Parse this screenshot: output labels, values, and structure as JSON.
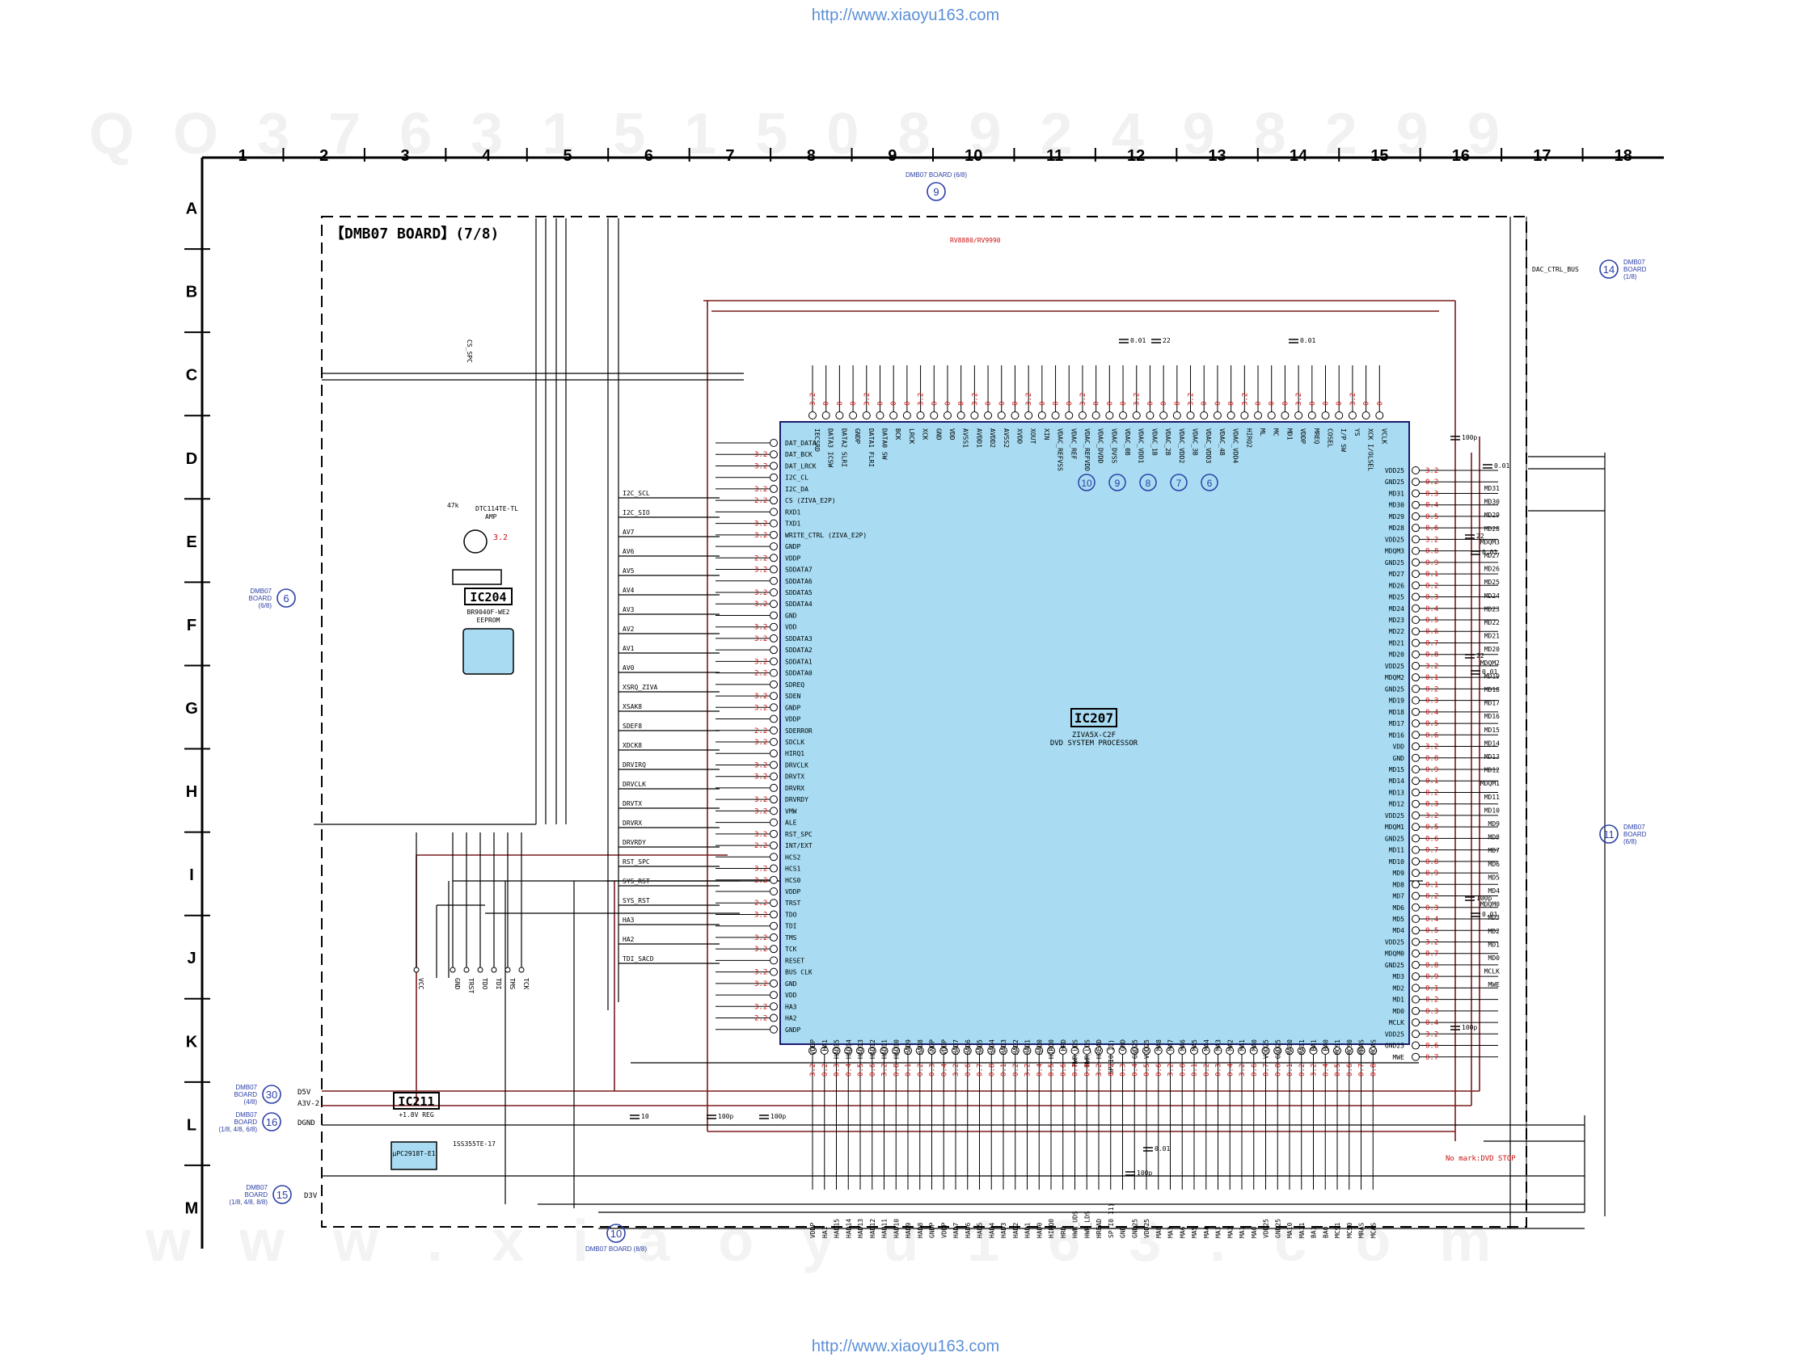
{
  "watermark_url": "http://www.xiaoyu163.com",
  "board_title": "【DMB07 BOARD】(7/8)",
  "grid": {
    "columns": [
      "1",
      "2",
      "3",
      "4",
      "5",
      "6",
      "7",
      "8",
      "9",
      "10",
      "11",
      "12",
      "13",
      "14",
      "15",
      "16",
      "17",
      "18"
    ],
    "rows": [
      "A",
      "B",
      "C",
      "D",
      "E",
      "F",
      "G",
      "H",
      "I",
      "J",
      "K",
      "L",
      "M"
    ]
  },
  "ic207": {
    "ref": "IC207",
    "part": "ZIVA5X-C2F",
    "desc": "DVD SYSTEM PROCESSOR"
  },
  "ic204": {
    "ref": "IC204",
    "part": "BR9040F-WE2",
    "desc": "EEPROM"
  },
  "ic211": {
    "ref": "IC211",
    "desc": "+1.8V REG",
    "part": "μPC2918T-E1"
  },
  "amp": {
    "part": "DTC114TE-TL",
    "desc": "AMP",
    "r": "47k",
    "v": "3.2"
  },
  "diode": "1SS355TE-17",
  "note": "No mark:DVD STOP",
  "connectors": {
    "top": {
      "num": "9",
      "label": "DMB07 BOARD (6/8)"
    },
    "left6": {
      "num": "6",
      "label": "DMB07\nBOARD\n(6/8)"
    },
    "right14": {
      "num": "14",
      "label": "DMB07\nBOARD\n(1/8)",
      "signal": "DAC_CTRL_BUS"
    },
    "right11": {
      "num": "11",
      "label": "DMB07\nBOARD\n(6/8)"
    },
    "left30": {
      "num": "30",
      "label": "DMB07\nBOARD\n(4/8)",
      "signals": [
        "D5V",
        "A3V-2"
      ]
    },
    "left16": {
      "num": "16",
      "label": "DMB07\nBOARD\n(1/8, 4/8, 6/8)",
      "signals": [
        "DGND"
      ]
    },
    "left15": {
      "num": "15",
      "label": "DMB07\nBOARD\n(1/8, 4/8, 8/8)",
      "signals": [
        "D3V"
      ]
    },
    "bottom10": {
      "num": "10",
      "label": "DMB07 BOARD (8/8)"
    }
  },
  "ic_left_pins": [
    "DAT_DATA",
    "DAT_BCK",
    "DAT_LRCK",
    "I2C_CL",
    "I2C_DA",
    "CS (ZIVA_E2P)",
    "RXD1",
    "TXD1",
    "WRITE_CTRL (ZIVA_E2P)",
    "GNDP",
    "VDDP",
    "SDDATA7",
    "SDDATA6",
    "SDDATA5",
    "SDDATA4",
    "GND",
    "VDD",
    "SDDATA3",
    "SDDATA2",
    "SDDATA1",
    "SDDATA0",
    "SDREQ",
    "SDEN",
    "GNDP",
    "VDDP",
    "SDERROR",
    "SDCLK",
    "HIRQ1",
    "DRVCLK",
    "DRVTX",
    "DRVRX",
    "DRVRDY",
    "VMW",
    "ALE",
    "RST_SPC",
    "INT/EXT",
    "HCS2",
    "HCS1",
    "HCS0",
    "VDDP",
    "TRST",
    "TDO",
    "TDI",
    "TMS",
    "TCK",
    "RESET",
    "BUS CLK",
    "GND",
    "VDD",
    "HA3",
    "HA2",
    "GNDP"
  ],
  "ic_right_pins": [
    "VDD25",
    "GND25",
    "MD31",
    "MD30",
    "MD29",
    "MD28",
    "VDD25",
    "MDQM3",
    "GND25",
    "MD27",
    "MD26",
    "MD25",
    "MD24",
    "MD23",
    "MD22",
    "MD21",
    "MD20",
    "VDD25",
    "MDQM2",
    "GND25",
    "MD19",
    "MD18",
    "MD17",
    "MD16",
    "VDD",
    "GND",
    "MD15",
    "MD14",
    "MD13",
    "MD12",
    "VDD25",
    "MDQM1",
    "GND25",
    "MD11",
    "MD10",
    "MD9",
    "MD8",
    "MD7",
    "MD6",
    "MD5",
    "MD4",
    "VDD25",
    "MDQM0",
    "GND25",
    "MD3",
    "MD2",
    "MD1",
    "MD0",
    "MCLK",
    "VDD25",
    "GND25",
    "MWE"
  ],
  "ic_top_pins": [
    "IECSRD",
    "DATA3 ICSW",
    "DATA2 SLRI",
    "GNDP",
    "DATA1 FLRI",
    "DATA0 SW",
    "BCK",
    "LRCK",
    "XCK",
    "GND",
    "VDD",
    "AVSS1",
    "AVDD1",
    "AVDD2",
    "AVSS2",
    "XVDD",
    "XOUT",
    "XIN",
    "VDAC_REFVSS",
    "VDAC_REF",
    "VDAC_REFVDD",
    "VDAC_DVDD",
    "VDAC_DVSS",
    "VDAC_0B",
    "VDAC_VDD1",
    "VDAC_1B",
    "VDAC_2B",
    "VDAC_VDD2",
    "VDAC_3B",
    "VDAC_VDD3",
    "VDAC_4B",
    "VDAC_VDD4",
    "HIRQ2",
    "ML",
    "MC",
    "MD1",
    "VDDP",
    "MREQ",
    "COSEL",
    "I/P SW",
    "YS",
    "XCK I/OLSEL",
    "VCLK"
  ],
  "ic_bottom_pins": [
    "VDDP",
    "HA1",
    "HAD15",
    "HAD14",
    "HAD13",
    "HAD12",
    "HAD11",
    "HAD10",
    "HAD9",
    "HAD8",
    "GNDP",
    "VDDP",
    "HAD7",
    "HAD6",
    "HAD5",
    "HAD4",
    "HAD3",
    "HAD2",
    "HAD1",
    "HAD0",
    "HIRQ0",
    "HRD",
    "HWR_UDS",
    "HWR_LDS",
    "HREAD",
    "SP(I0 11)",
    "GND",
    "GND25",
    "VDD25",
    "MA8",
    "MA7",
    "MA6",
    "MA5",
    "MA4",
    "MA3",
    "MA2",
    "MA1",
    "MA0",
    "VDD25",
    "GND25",
    "MA10",
    "MA11",
    "BA1",
    "BA0",
    "MCS1",
    "MCS0",
    "MRAS",
    "MCAS"
  ],
  "vdac_circles": [
    "10",
    "9",
    "8",
    "7",
    "6"
  ],
  "left_signals": [
    "I2C_SCL",
    "I2C_SIO",
    "AV7",
    "AV6",
    "AV5",
    "AV4",
    "AV3",
    "AV2",
    "AV1",
    "AV0",
    "XSRQ_ZIVA",
    "XSAK8",
    "SDEF8",
    "XDCK8",
    "DRVIRQ",
    "DRVCLK",
    "DRVTX",
    "DRVRX",
    "DRVRDY",
    "RST_SPC",
    "SYS_RST",
    "SYS_RST",
    "HA3",
    "HA2",
    "TDI_SACD",
    "CS_SPC"
  ],
  "test_points": [
    "VCC",
    "GND",
    "TRST",
    "TDO",
    "TDI",
    "TMS",
    "TCK"
  ],
  "right_signals": [
    "MD31",
    "MD30",
    "MD29",
    "MD28",
    "MDQM3",
    "MD27",
    "MD26",
    "MD25",
    "MD24",
    "MD23",
    "MD22",
    "MD21",
    "MD20",
    "MDQM2",
    "MD19",
    "MD18",
    "MD17",
    "MD16",
    "MD15",
    "MD14",
    "MD13",
    "MD12",
    "MDQM1",
    "MD11",
    "MD10",
    "MD9",
    "MD8",
    "MD7",
    "MD6",
    "MD5",
    "MD4",
    "MDQM0",
    "MD3",
    "MD2",
    "MD1",
    "MD0",
    "MCLK",
    "MWE"
  ],
  "rv_label": "RV8880/RV9990",
  "cap_labels": [
    "100p",
    "0.01",
    "0.01",
    "22",
    "0.01",
    "22",
    "0.01",
    "22",
    "0.01",
    "100p",
    "0.01",
    "10",
    "100p",
    "100p",
    "100p",
    "0.01",
    "100p"
  ],
  "colors": {
    "chip_fill": "#a9dcf2",
    "wire": "#000000",
    "redwire": "#7a1a1a",
    "volt": "#cc1111",
    "connector": "#2b3fa6",
    "watermark": "#f0f0f0"
  },
  "watermark_digits": "Q O 3 7 6 3 1 5 1 5 0 8 9 2 4 9 8 2 9 9",
  "watermark_bottom": "w w w . x i a o y u 1 6 3 . c o m"
}
